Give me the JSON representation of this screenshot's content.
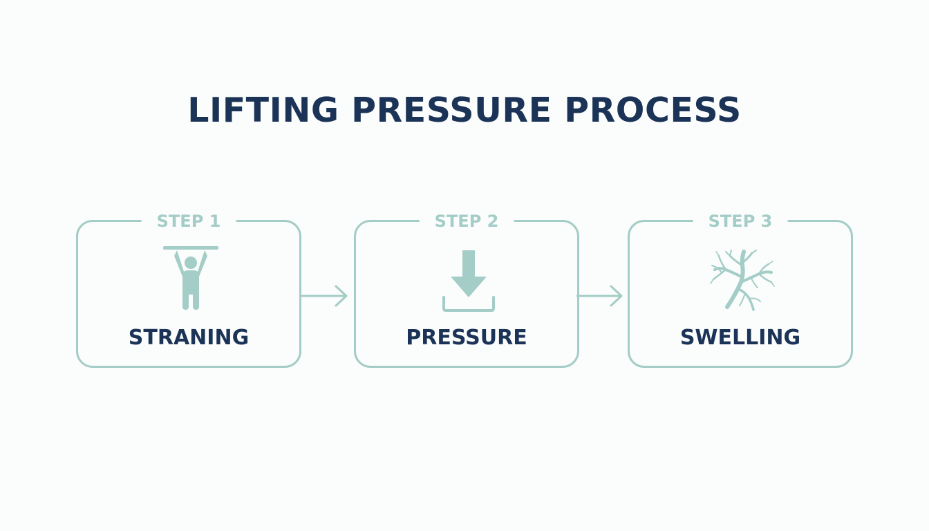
{
  "title": "LIFTING PRESSURE PROCESS",
  "steps": [
    {
      "tag": "STEP 1",
      "label": "STRANING",
      "icon": "person-lifting-bar-icon"
    },
    {
      "tag": "STEP 2",
      "label": "PRESSURE",
      "icon": "down-arrow-into-tray-icon"
    },
    {
      "tag": "STEP 3",
      "label": "SWELLING",
      "icon": "branching-vessels-icon"
    }
  ],
  "colors": {
    "title": "#1a3356",
    "accent": "#a3cdc6",
    "background": "#fbfcfc"
  }
}
